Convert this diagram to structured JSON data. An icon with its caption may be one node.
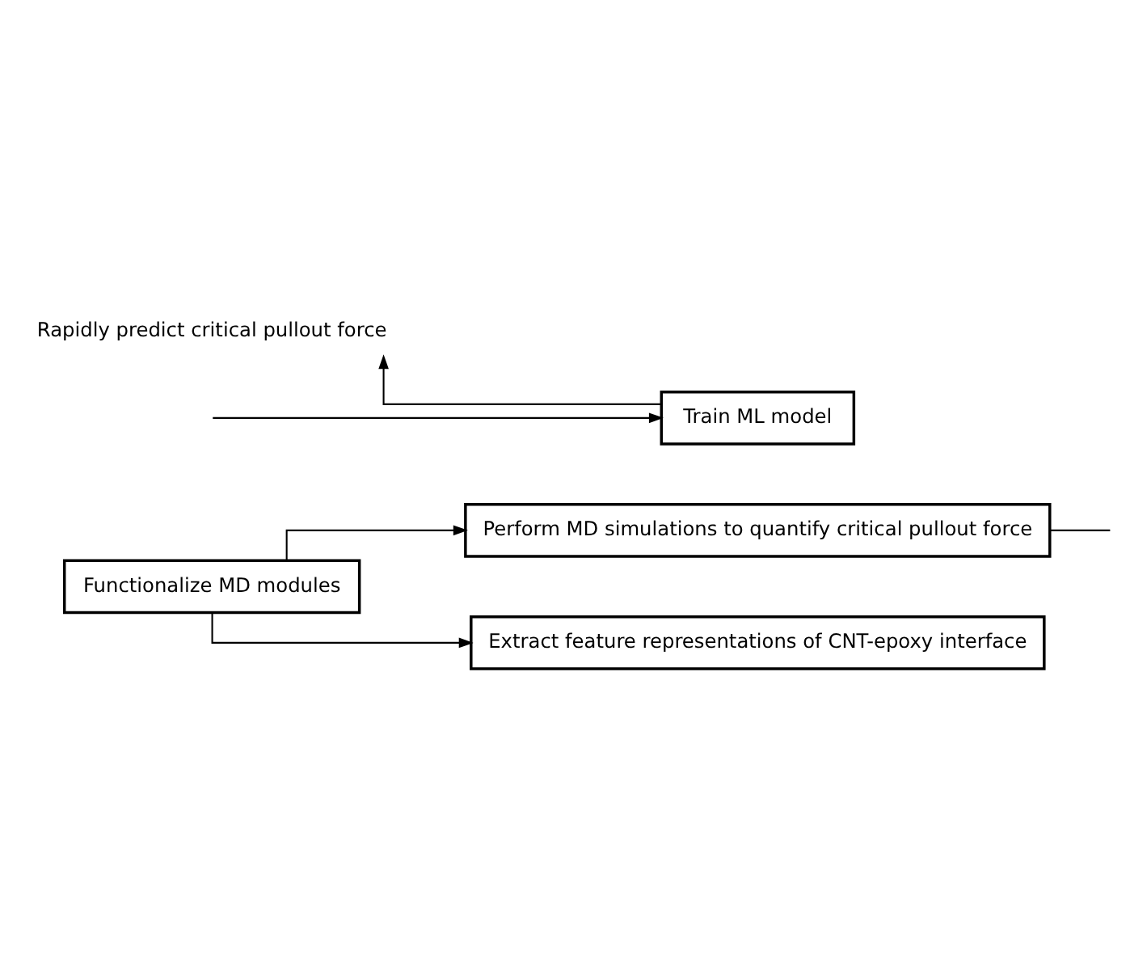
{
  "diagram": {
    "nodes": [
      {
        "text": [
          "Functionalize MD modules"
        ]
      },
      {
        "text": [
          "Perform MD simulations to quantify critical pullout force"
        ]
      },
      {
        "text": [
          "Extract feature representations of CNT-epoxy interface"
        ]
      },
      {
        "text": [
          "Train ML model"
        ]
      },
      {
        "text": [
          "Rapidly predict critical pullout force"
        ]
      }
    ],
    "edges": [
      {
        "from": 0,
        "to": 1,
        "arrow": "to"
      },
      {
        "from": 0,
        "to": 2,
        "arrow": "to"
      },
      {
        "from": 1,
        "to": null,
        "arrow": "none"
      },
      {
        "from": null,
        "to": 3,
        "arrow": "to"
      },
      {
        "from": 3,
        "to": 4,
        "arrow": "to"
      }
    ]
  }
}
